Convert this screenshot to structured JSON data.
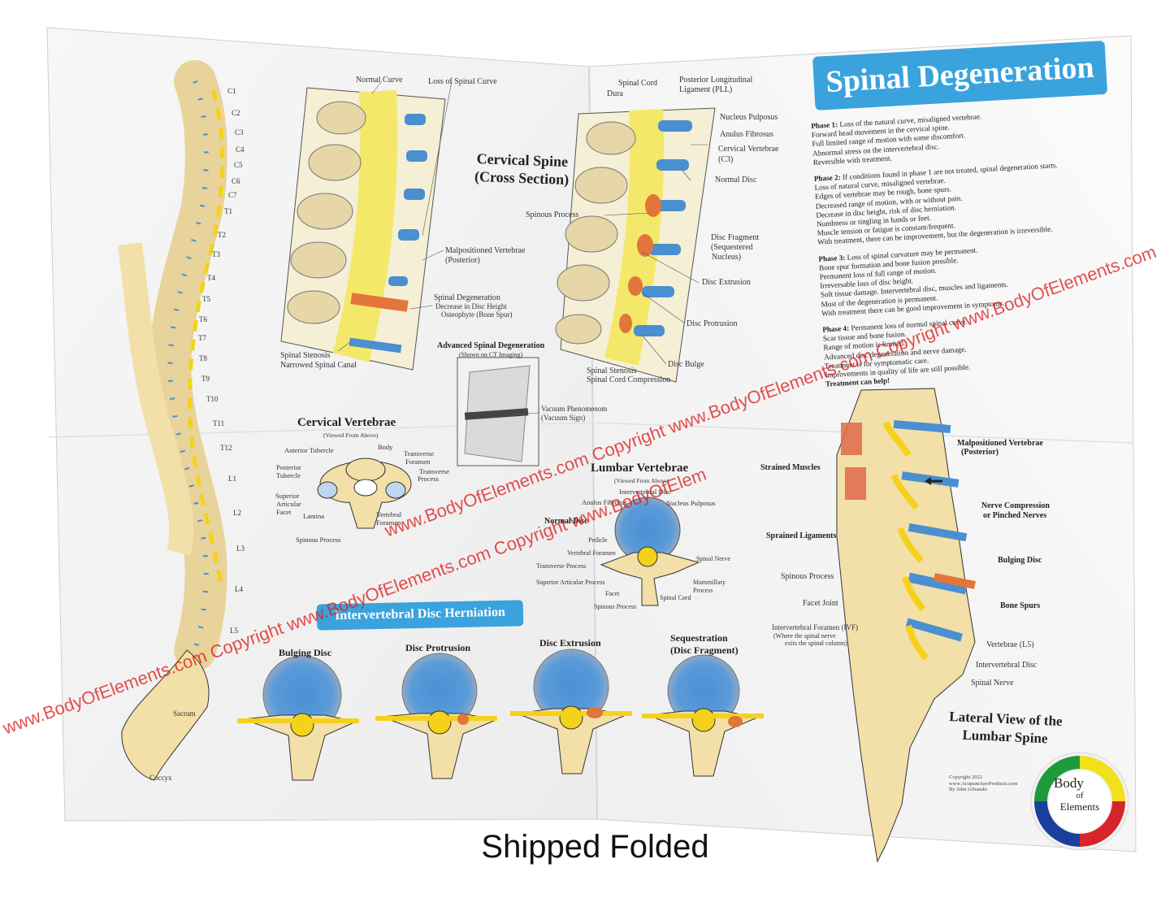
{
  "title": "Spinal Degeneration",
  "caption": "Shipped Folded",
  "vertebrae_labels": [
    "C1",
    "C2",
    "C3",
    "C4",
    "C5",
    "C6",
    "C7",
    "T1",
    "T2",
    "T3",
    "T4",
    "T5",
    "T6",
    "T7",
    "T8",
    "T9",
    "T10",
    "T11",
    "T12",
    "L1",
    "L2",
    "L3",
    "L4",
    "L5",
    "Sacrum",
    "Coccyx"
  ],
  "cross_section": {
    "heading_line1": "Cervical Spine",
    "heading_line2": "(Cross Section)",
    "normal_curve": "Normal Curve",
    "loss_of_curve": "Loss of Spinal Curve",
    "malpositioned_1": "Malpositioned Vertebrae",
    "malpositioned_2": "(Posterior)",
    "degeneration_1": "Spinal Degeneration",
    "degeneration_2": "Decrease in Disc Height",
    "degeneration_3": "Osteophyte (Bone Spur)",
    "stenosis_1": "Spinal Stenosis",
    "stenosis_2": "Narrowed Spinal Canal"
  },
  "ct": {
    "heading": "Advanced Spinal Degeneration",
    "sub": "(Shown on CT Imaging)",
    "vacuum_1": "Vacuum Phenomenom",
    "vacuum_2": "(Vacuum Sign)"
  },
  "sagittal": {
    "spinal_cord": "Spinal Cord",
    "dura": "Dura",
    "pll_1": "Posterior Longitudinal",
    "pll_2": "Ligament (PLL)",
    "nucleus": "Nucleus Pulposus",
    "anulus": "Anulus Fibrosus",
    "cervical_1": "Cervical Vertebrae",
    "cervical_2": "(C3)",
    "normal_disc": "Normal Disc",
    "spinous": "Spinous Process",
    "fragment_1": "Disc Fragment",
    "fragment_2": "(Sequestered",
    "fragment_3": "Nucleus)",
    "extrusion": "Disc Extrusion",
    "protrusion": "Disc Protrusion",
    "bulge": "Disc Bulge",
    "stenosis_1": "Spinal Stenosis",
    "stenosis_2": "Spinal Cord Compression"
  },
  "phases": [
    {
      "head": "Phase 1:",
      "lines": [
        "Loss of the natural curve, misaligned vertebrae.",
        "Forward head movement in the cervical spine.",
        "Full limited range of motion with some discomfort.",
        "Abnormal stress on the intervertebral disc.",
        "Reversible with treatment."
      ]
    },
    {
      "head": "Phase 2:",
      "lines": [
        "If conditions found in phase 1 are not treated, spinal degeneration starts.",
        "Loss of natural curve, misaligned vertebrae.",
        "Edges of vertebrae may be rough, bone spurs.",
        "Decreased range of motion, with or without pain.",
        "Decrease in disc height, risk of disc herniation.",
        "Numbness or tingling in hands or feet.",
        "Muscle tension or fatigue is constant/frequent.",
        "With treatment, there can be improvement, but the degeneration is irreversible."
      ]
    },
    {
      "head": "Phase 3:",
      "lines": [
        "Loss of spinal curvature may be permanent.",
        "Bone spur formation and bone fusion possible.",
        "Permanent loss of full range of motion.",
        "Irreversable loss of disc height.",
        "Soft tissue damage. Intervertebral disc, muscles and ligaments.",
        "Most of the degeneration is permanent.",
        "With treatment there can be good improvement in symptoms."
      ]
    },
    {
      "head": "Phase 4:",
      "lines": [
        "Permanent loss of normal spinal curve.",
        "Scar tissue and bone fusion.",
        "Range of motion is limited.",
        "Advanced disc degeneration and nerve damage.",
        "Treatment is for symptomatic care.",
        "Improvements in quality of life are still possible.",
        "Treatment can help!"
      ]
    }
  ],
  "cervical_vertebra": {
    "heading": "Cervical Vertebrae",
    "sub": "(Viewed From Above)",
    "anterior_tubercle": "Anterior Tubercle",
    "body": "Body",
    "transverse_foramen_1": "Transverse",
    "transverse_foramen_2": "Foramen",
    "transverse_process_1": "Transverse",
    "transverse_process_2": "Process",
    "posterior_tubercle_1": "Posterior",
    "posterior_tubercle_2": "Tubercle",
    "superior_facet_1": "Superior",
    "superior_facet_2": "Articular",
    "superior_facet_3": "Facet",
    "lamina": "Lamina",
    "vertebral_foramen_1": "Vertebral",
    "vertebral_foramen_2": "Foramen",
    "spinous": "Spinous Process"
  },
  "lumbar_vertebra": {
    "heading": "Lumbar Vertebrae",
    "sub": "(Viewed From Above)",
    "intervertebral_disc": "Intervertebral Disc",
    "anulus": "Anulus Fibrosus",
    "nucleus": "Nucleus Pulposus",
    "normal_disc": "Normal Disc",
    "pedicle": "Pedicle",
    "lamina": "Vertebral Foramen",
    "transverse": "Transverse Process",
    "superior_facet": "Superior Articular Process",
    "facet": "Facet",
    "spinous": "Spinous Process",
    "spinal_cord": "Spinal Cord",
    "spinal_nerve": "Spinal Nerve",
    "mammillary_1": "Mammillary",
    "mammillary_2": "Process"
  },
  "herniation": {
    "banner": "Intervertebral Disc Herniation",
    "stages": [
      "Bulging Disc",
      "Disc Protrusion",
      "Disc Extrusion",
      "Sequestration"
    ],
    "sequestration_sub": "(Disc Fragment)"
  },
  "lateral": {
    "heading_1": "Lateral View of the",
    "heading_2": "Lumbar Spine",
    "strained_muscles": "Strained Muscles",
    "malpositioned_1": "Malpositioned Vertebrae",
    "malpositioned_2": "(Posterior)",
    "nerve_compression_1": "Nerve Compression",
    "nerve_compression_2": "or Pinched Nerves",
    "sprained_ligaments": "Sprained Ligaments",
    "bulging_disc": "Bulging Disc",
    "spinous": "Spinous Process",
    "facet_joint": "Facet Joint",
    "bone_spurs": "Bone Spurs",
    "ivf_1": "Intervertebral Foramen (IVF)",
    "ivf_2": "(Where the spinal nerve",
    "ivf_3": "exits the spinal column)",
    "vertebrae_l5": "Vertebrae (L5)",
    "intervertebral_disc": "Intervertebral Disc",
    "spinal_nerve": "Spinal Nerve"
  },
  "copyright": [
    "Copyright 2022",
    "www.AcupunctureProducts.com",
    "By John Urbanski"
  ],
  "watermarks": [
    "www.BodyOfElements.com Copyright www.BodyOfElements.com Copyright www.BodyOfElem",
    "www.BodyOfElements.com Copyright www.BodyOfElements.com Copyright www.BodyOfElements.com"
  ],
  "logo": {
    "line1": "Body",
    "line2": "of",
    "line3": "Elements",
    "colors": [
      "#d6242a",
      "#f2e01a",
      "#1b3f9c",
      "#1e9a3c"
    ]
  },
  "colors": {
    "accent": "#3aa3dd",
    "bone": "#f3dfa8",
    "disc": "#4a8fd0",
    "nerve": "#f4d21b",
    "watermark": "#dc1e1e"
  }
}
